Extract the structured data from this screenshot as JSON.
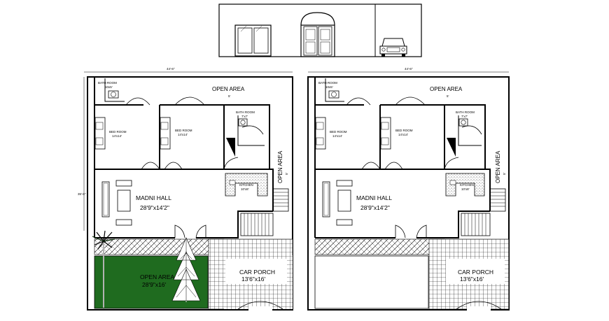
{
  "drawing": {
    "colors": {
      "line": "#000000",
      "lawn": "#1f6b1f",
      "background": "#ffffff"
    },
    "elevation": {
      "window_icon": "sliding-window-icon",
      "door_icon": "arched-double-door-icon",
      "car_icon": "car-front-icon"
    },
    "plans": [
      {
        "top_dim": "44'-6\"",
        "side_dim": "35'-6\"",
        "open_area_top": "OPEN AREA",
        "open_area_top_dim": "5'",
        "open_area_side": "OPEN AREA",
        "open_area_side_dim": "5'",
        "bath_room_1": "BATH ROOM",
        "bath_room_1_dim": "10x5'",
        "bath_room_2": "BATH ROOM",
        "bath_room_2_dim": "7'x7'",
        "bed_room_1": "BED ROOM",
        "bed_room_1_dim": "14'x14'",
        "bed_room_2": "BED ROOM",
        "bed_room_2_dim": "14'x14'",
        "kitchen": "KITCHEN",
        "kitchen_dim": "10'x8'",
        "hall": "MADNI HALL",
        "hall_dim": "28'9\"x14'2\"",
        "garden": "OPEN AREA",
        "garden_dim": "28'9\"x16'",
        "car_porch": "CAR PORCH",
        "car_porch_dim": "13'6\"x16'"
      },
      {
        "top_dim": "44'-6\"",
        "open_area_top": "OPEN AREA",
        "open_area_top_dim": "5'",
        "open_area_side": "OPEN AREA",
        "open_area_side_dim": "5'",
        "bath_room_1": "BATH ROOM",
        "bath_room_1_dim": "10x5'",
        "bath_room_2": "BATH ROOM",
        "bath_room_2_dim": "7'x7'",
        "bed_room_1": "BED ROOM",
        "bed_room_1_dim": "14'x14'",
        "bed_room_2": "BED ROOM",
        "bed_room_2_dim": "14'x14'",
        "kitchen": "KITCHEN",
        "kitchen_dim": "10'x8'",
        "hall": "MADNI HALL",
        "hall_dim": "28'9\"x14'2\"",
        "car_porch": "CAR PORCH",
        "car_porch_dim": "13'6\"x16'"
      }
    ]
  }
}
